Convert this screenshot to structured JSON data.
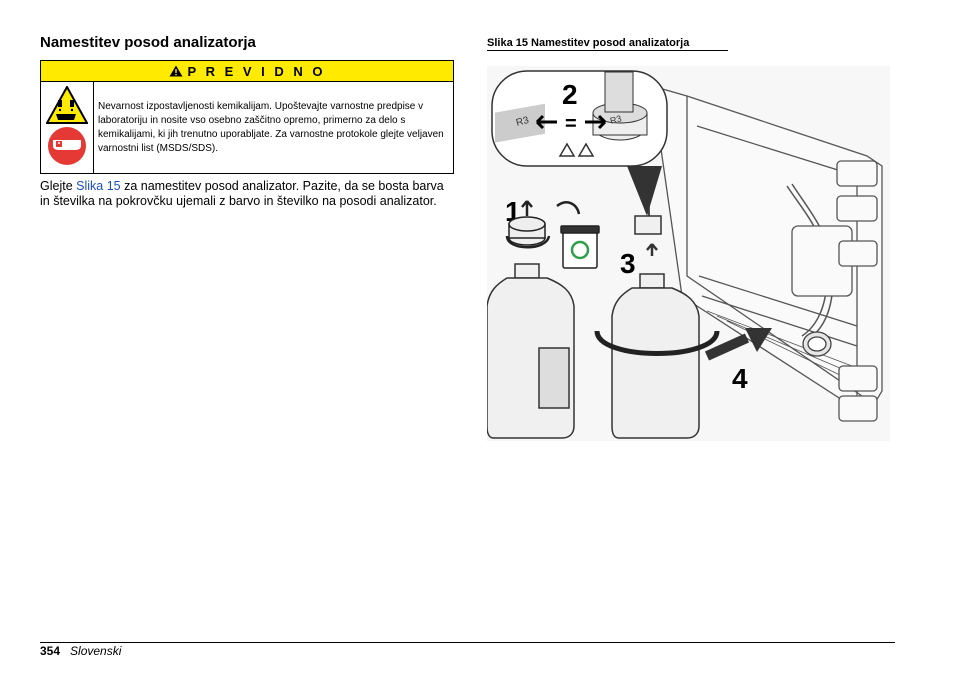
{
  "section": {
    "title": "Namestitev posod analizatorja"
  },
  "warning": {
    "heading": "P R E V I D N O",
    "text": "Nevarnost izpostavljenosti kemikalijam. Upoštevajte varnostne predpise v laboratoriju in nosite vso osebno zaščitno opremo, primerno za delo s kemikalijami, ki jih trenutno uporabljate. Za varnostne protokole glejte veljaven varnostni list (MSDS/SDS).",
    "icons": [
      "corrosive-hazard-icon",
      "protective-eyewear-icon"
    ]
  },
  "body": {
    "pre": "Glejte ",
    "link": "Slika 15",
    "post": " za namestitev posod analizator. Pazite, da se bosta barva in številka na pokrovčku ujemali z barvo in številko na posodi analizator."
  },
  "figure": {
    "caption": "Slika 15  Namestitev posod analizatorja",
    "labels": {
      "label_r3_a": "R3",
      "label_r3_b": "R3"
    },
    "steps": [
      "1",
      "2",
      "3",
      "4"
    ],
    "equals": "="
  },
  "footer": {
    "page": "354",
    "language": "Slovenski"
  }
}
